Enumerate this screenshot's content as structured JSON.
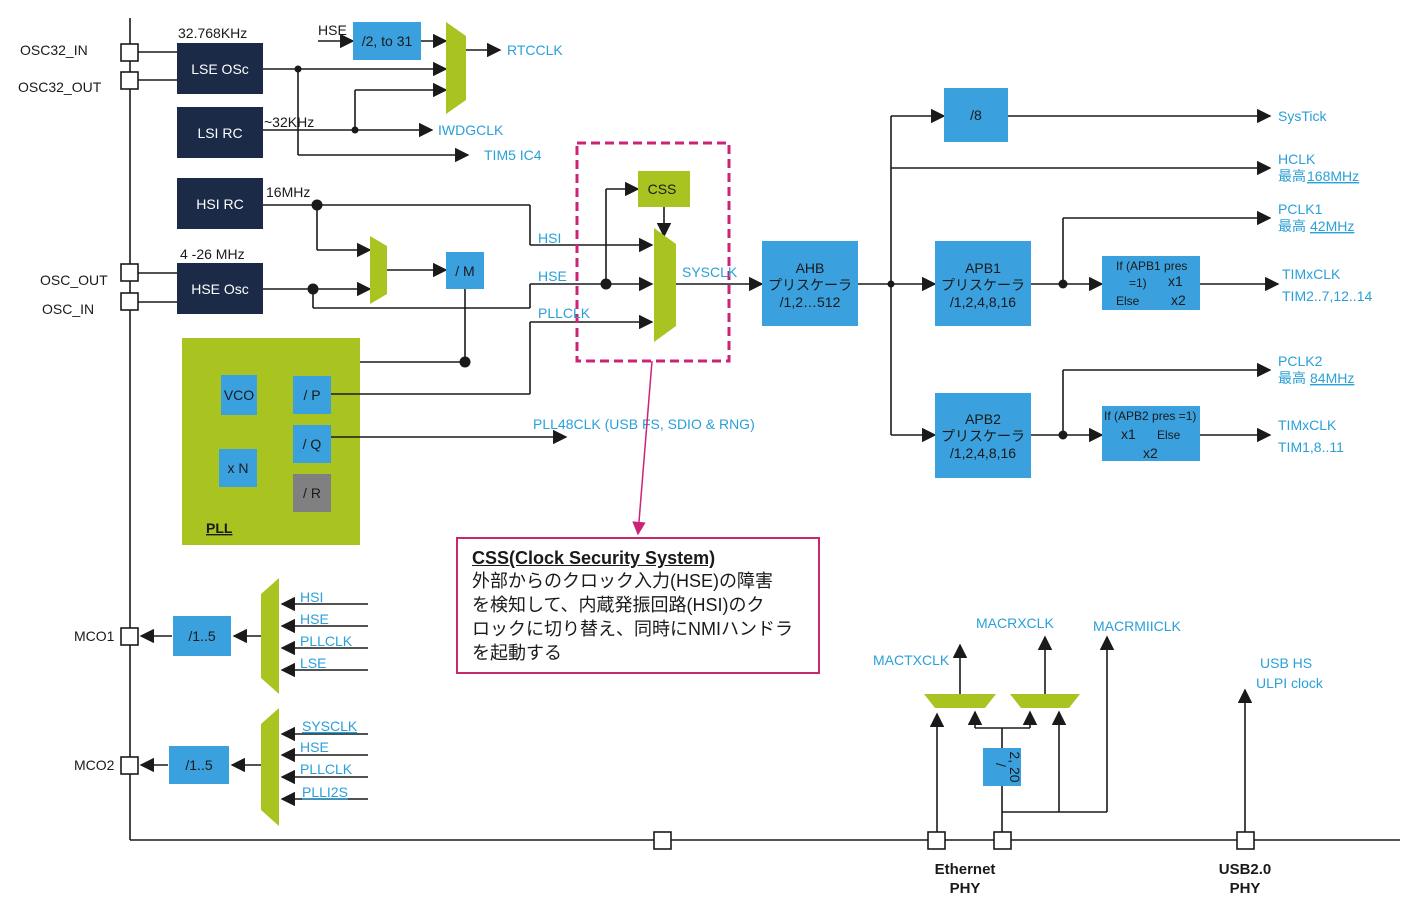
{
  "pins": {
    "osc32_in": "OSC32_IN",
    "osc32_out": "OSC32_OUT",
    "osc_out": "OSC_OUT",
    "osc_in": "OSC_IN",
    "mco1": "MCO1",
    "mco2": "MCO2"
  },
  "oscillators": {
    "lse": "LSE OSc",
    "lsi": "LSI RC",
    "hsi": "HSI RC",
    "hse": "HSE Osc",
    "lse_freq": "32.768KHz",
    "lsi_freq": "~32KHz",
    "hsi_freq": "16MHz",
    "hse_freq": "4 -26 MHz"
  },
  "rtc": {
    "hse_label": "HSE",
    "div": "/2, to 31",
    "rtcclk": "RTCCLK",
    "iwdgclk": "IWDGCLK",
    "tim5": "TIM5 IC4"
  },
  "pll": {
    "name": "PLL",
    "vco": "VCO",
    "xn": "x N",
    "p": "/ P",
    "q": "/ Q",
    "r": "/ R",
    "m": "/ M",
    "pll48": "PLL48CLK (USB FS, SDIO & RNG)"
  },
  "sysclk": {
    "css": "CSS",
    "hsi": "HSI",
    "hse": "HSE",
    "pllclk": "PLLCLK",
    "sysclk": "SYSCLK"
  },
  "bus": {
    "ahb_title": "AHB",
    "ahb_line2": "プリスケーラ",
    "ahb_line3": "/1,2…512",
    "div8": "/8",
    "systick": "SysTick",
    "hclk": "HCLK",
    "hclk_max_prefix": "最高",
    "hclk_max": "168MHz",
    "apb1_title": "APB1",
    "apb1_line2": "プリスケーラ",
    "apb1_line3": "/1,2,4,8,16",
    "pclk1": "PCLK1",
    "pclk1_max_prefix": "最高",
    "pclk1_max": "42MHz",
    "apb1_mul_l1": "If (APB1 pres",
    "apb1_mul_l2": "=1)",
    "apb1_mul_x1": "x1",
    "apb1_mul_else": "Else",
    "apb1_mul_x2": "x2",
    "timx1": "TIMxCLK",
    "timx1_range": "TIM2..7,12..14",
    "apb2_title": "APB2",
    "apb2_line2": "プリスケーラ",
    "apb2_line3": "/1,2,4,8,16",
    "pclk2": "PCLK2",
    "pclk2_max_prefix": "最高",
    "pclk2_max": "84MHz",
    "apb2_mul_l1": "If (APB2 pres =1)",
    "apb2_mul_x1": "x1",
    "apb2_mul_else": "Else",
    "apb2_mul_x2": "x2",
    "timx2": "TIMxCLK",
    "timx2_range": "TIM1,8..11"
  },
  "css_note": {
    "title": "CSS(Clock Security System)",
    "line1": "外部からのクロック入力(HSE)の障害",
    "line2": "を検知して、内蔵発振回路(HSI)のク",
    "line3": "ロックに切り替え、同時にNMIハンドラ",
    "line4": "を起動する"
  },
  "mco": {
    "mco1_div": "/1..5",
    "mco1_inputs": [
      "HSI",
      "HSE",
      "PLLCLK",
      "LSE"
    ],
    "mco2_div": "/1..5",
    "mco2_inputs": [
      "SYSCLK",
      "HSE",
      "PLLCLK",
      "PLLI2S"
    ]
  },
  "ethernet": {
    "mactxclk": "MACTXCLK",
    "macrxclk": "MACRXCLK",
    "macrmiiclk": "MACRMIICLK",
    "div_slash": "/",
    "div_values": "2, 20",
    "phy_l1": "Ethernet",
    "phy_l2": "PHY"
  },
  "usb": {
    "l1": "USB HS",
    "l2": "ULPI clock",
    "phy_l1": "USB2.0",
    "phy_l2": "PHY"
  },
  "colors": {
    "dark_box": "#1b2a47",
    "blue_box": "#3aa0de",
    "lime": "#a9c420",
    "label_blue": "#2aa0d8",
    "highlight": "#cc2277"
  }
}
